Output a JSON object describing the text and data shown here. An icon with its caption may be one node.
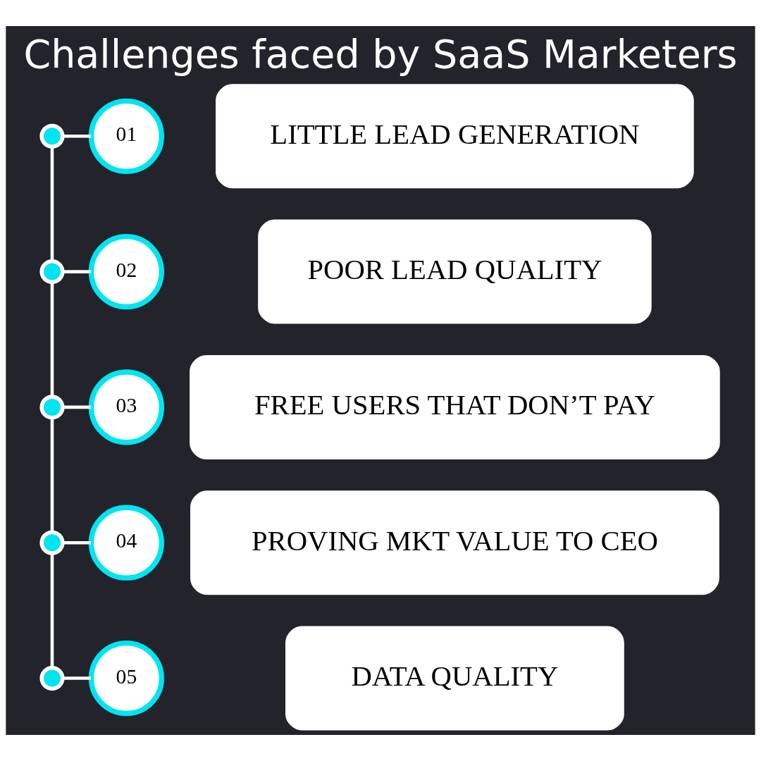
{
  "diagram": {
    "title": "Challenges faced by SaaS Marketers",
    "nodes": [
      {
        "text": [],
        "shape": "circle"
      },
      {
        "text": [
          "01"
        ]
      },
      {
        "text": [
          "LITTLE LEAD GENERATION"
        ]
      },
      {
        "text": [],
        "shape": "circle"
      },
      {
        "text": [
          "02"
        ]
      },
      {
        "text": [
          "POOR LEAD QUALITY"
        ]
      },
      {
        "text": [],
        "shape": "circle"
      },
      {
        "text": [
          "03"
        ]
      },
      {
        "text": [
          "FREE USERS THAT DON’T PAY"
        ]
      },
      {
        "text": [],
        "shape": "circle"
      },
      {
        "text": [
          "04"
        ]
      },
      {
        "text": [
          "PROVING MKT VALUE TO CEO"
        ]
      },
      {
        "text": [],
        "shape": "circle"
      },
      {
        "text": [
          "05"
        ]
      },
      {
        "text": [
          "DATA QUALITY"
        ]
      }
    ],
    "edges": [
      {
        "from": 0,
        "to": 1,
        "arrow": "none"
      },
      {
        "from": 3,
        "to": 4,
        "arrow": "none"
      },
      {
        "from": 6,
        "to": 7,
        "arrow": "none"
      },
      {
        "from": 9,
        "to": 10,
        "arrow": "none"
      },
      {
        "from": 12,
        "to": 13,
        "arrow": "none"
      },
      {
        "from": 0,
        "to": 3,
        "arrow": "none"
      },
      {
        "from": 3,
        "to": 6,
        "arrow": "none"
      },
      {
        "from": 6,
        "to": 9,
        "arrow": "none"
      },
      {
        "from": 9,
        "to": 12,
        "arrow": "none"
      }
    ]
  }
}
